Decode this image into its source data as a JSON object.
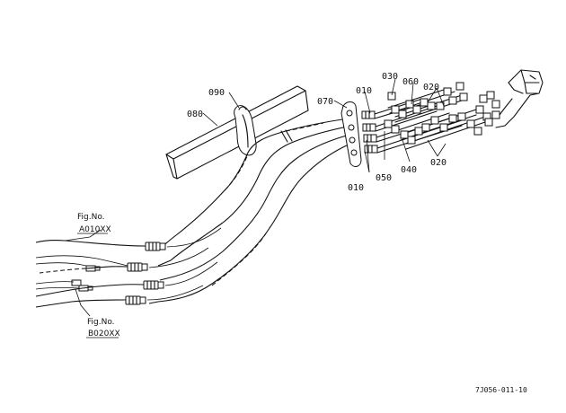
{
  "labels": {
    "p090": "090",
    "p080": "080",
    "p070": "070",
    "p010a": "010",
    "p010b": "010",
    "p030": "030",
    "p060": "060",
    "p020a": "020",
    "p020b": "020",
    "p050": "050",
    "p040": "040"
  },
  "references": {
    "fig_a_title": "Fig.No.",
    "fig_a_code": "A010XX",
    "fig_b_title": "Fig.No.",
    "fig_b_code": "B020XX"
  },
  "drawing_code": "7J056-011-10"
}
